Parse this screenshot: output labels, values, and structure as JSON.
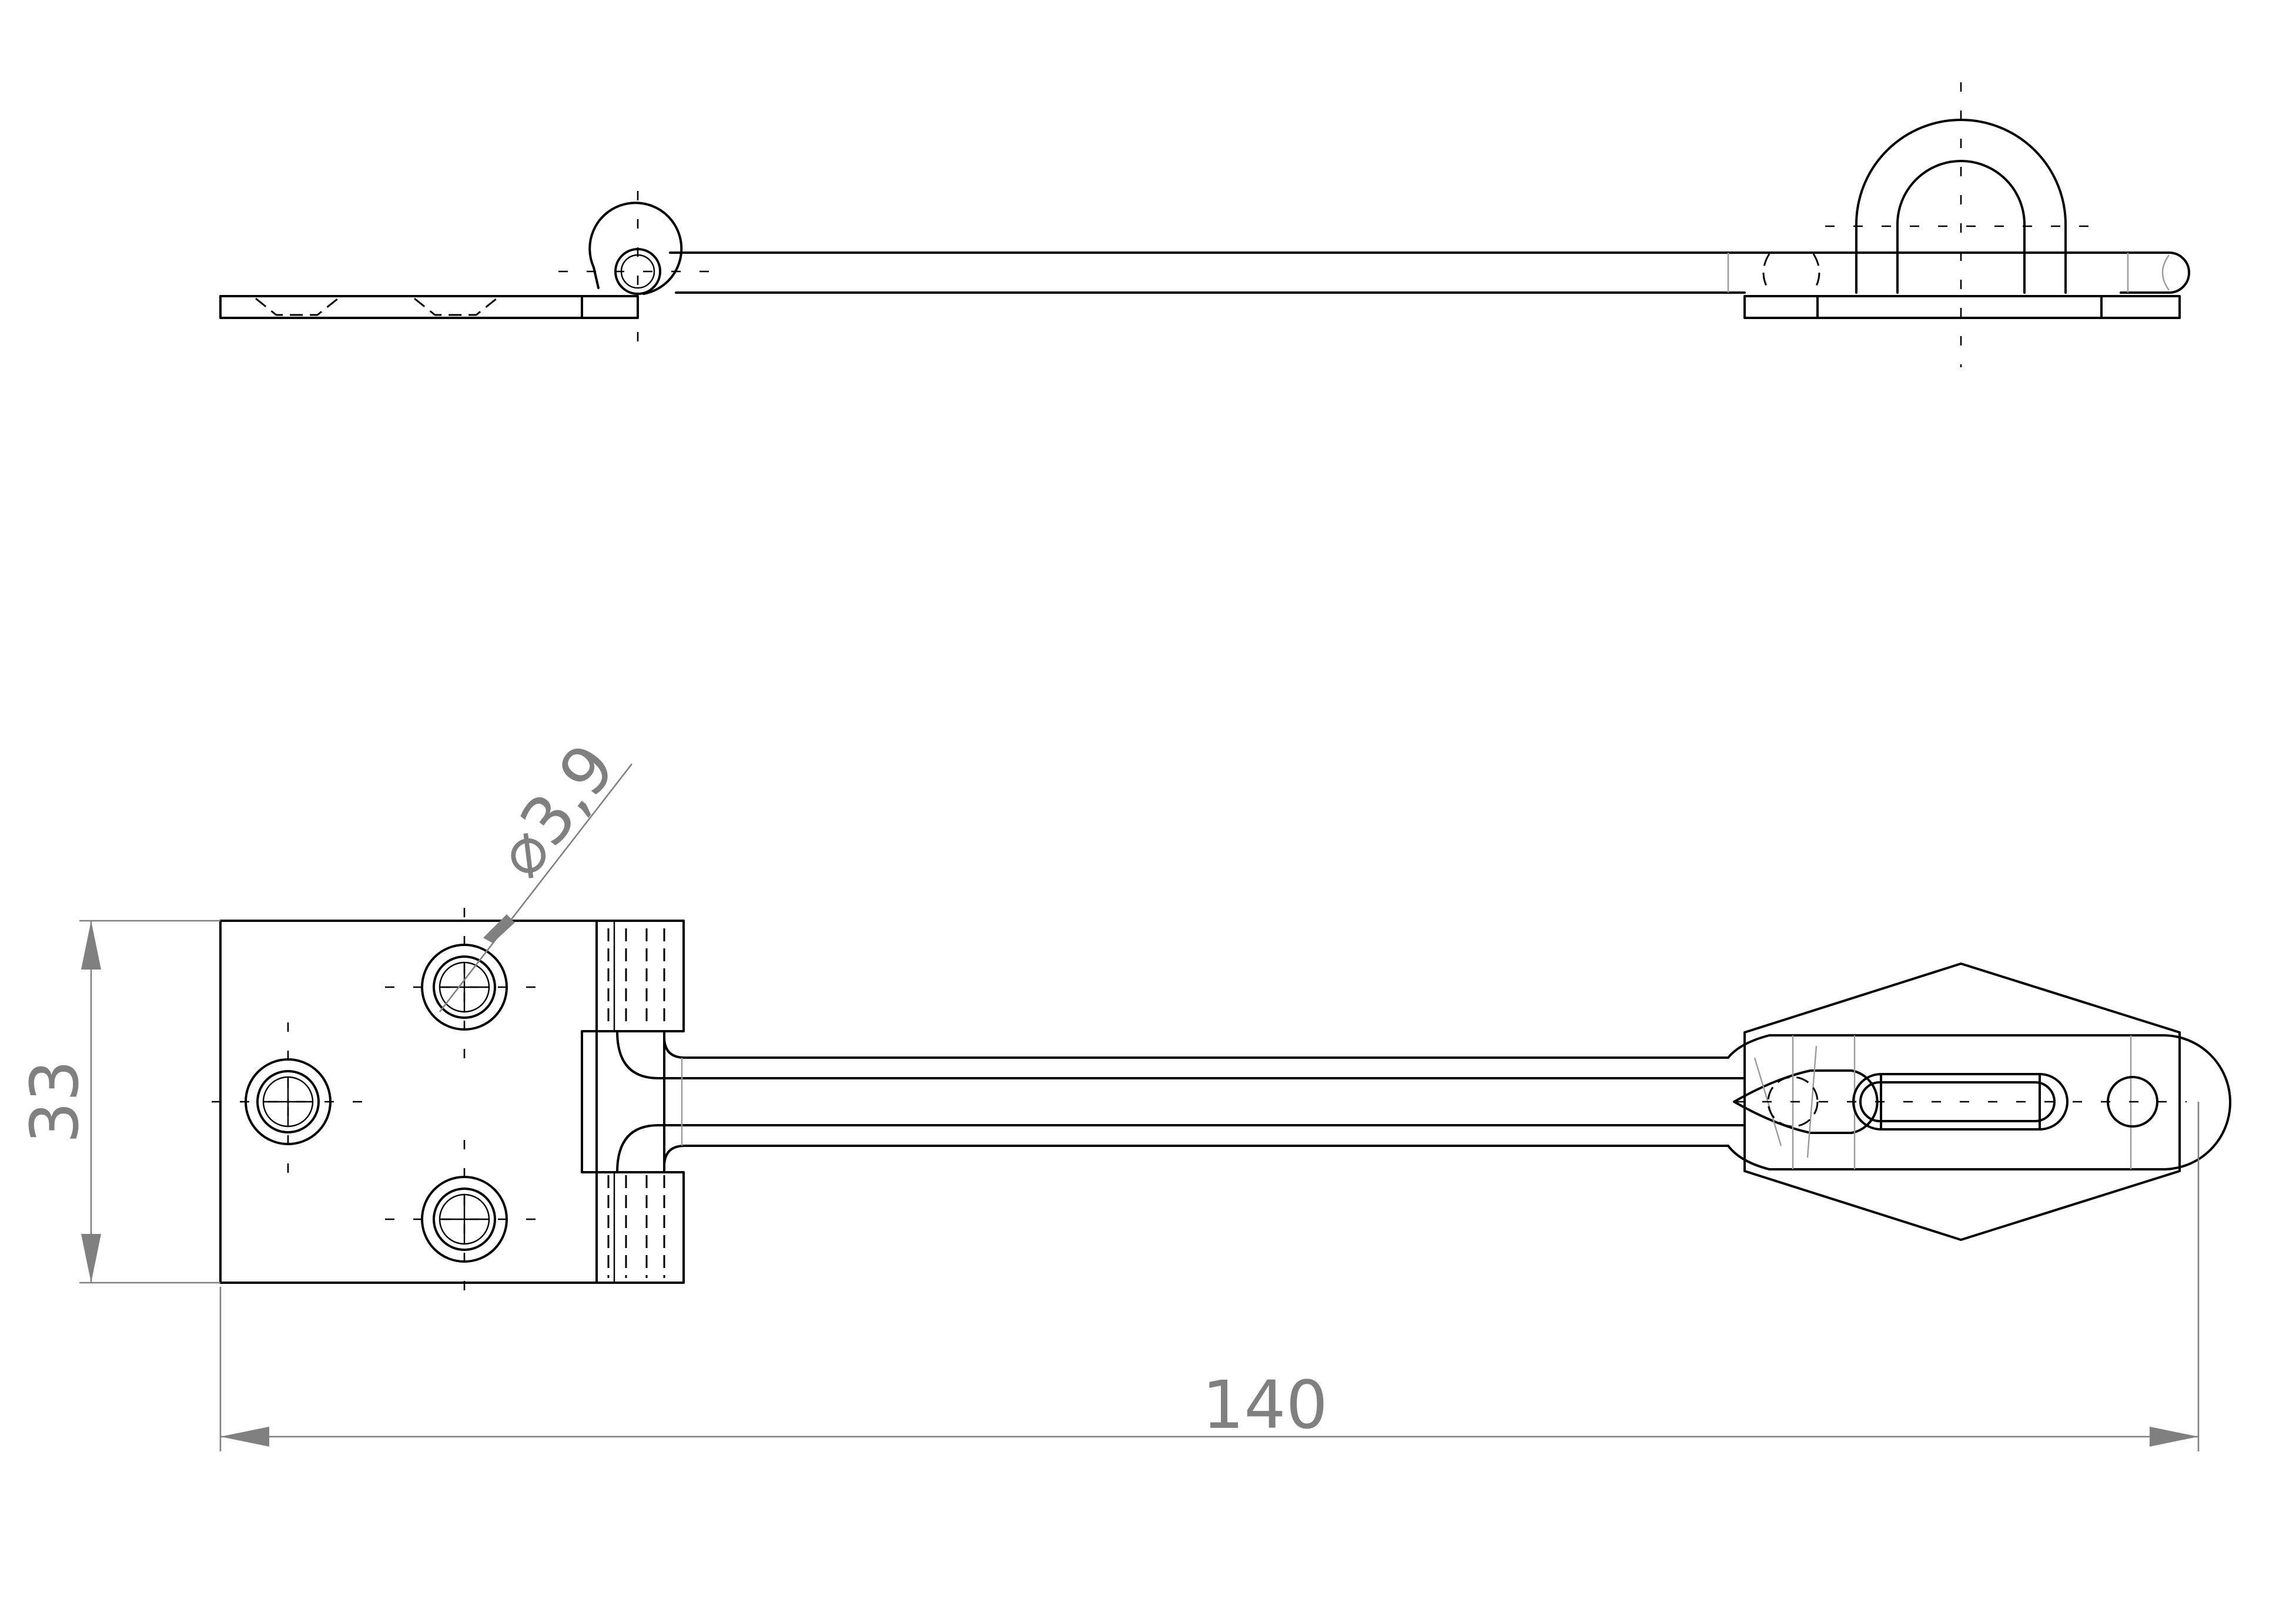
{
  "dimensions": {
    "overall_length": "140",
    "plate_height": "33",
    "hole_diameter": "3,9",
    "diameter_symbol": "⌀"
  }
}
